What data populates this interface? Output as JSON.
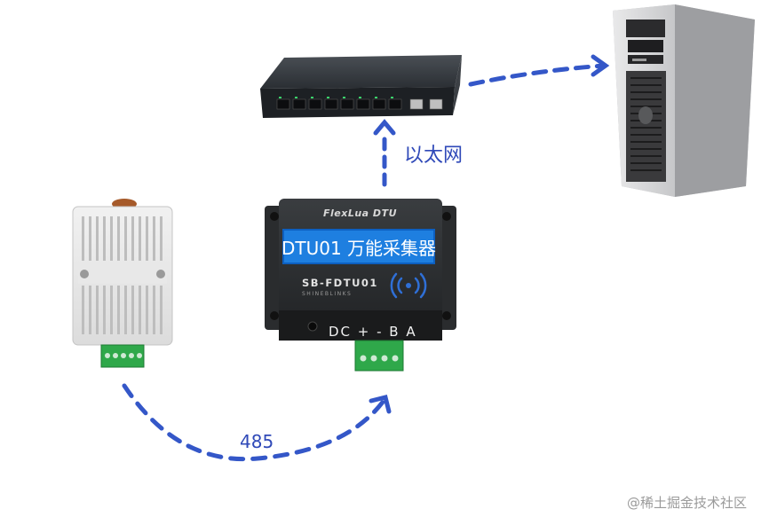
{
  "labels": {
    "ethernet": "以太网",
    "rs485": "485",
    "watermark": "@稀土掘金技术社区"
  },
  "dtu": {
    "series": "FlexLua DTU",
    "banner": "DTU01 万能采集器",
    "model": "SB-FDTU01",
    "brand": "SHINEBLINKS",
    "ports": "DC  + -  B A"
  },
  "colors": {
    "arrow": "#3457c8",
    "label": "#2f49b8",
    "dtu_banner": "#1e7fe0",
    "terminal_green": "#2fa84a"
  },
  "icons": [
    "network-switch-icon",
    "server-tower-icon",
    "sensor-enclosure-icon",
    "dtu-device-icon",
    "wifi-signal-icon"
  ]
}
